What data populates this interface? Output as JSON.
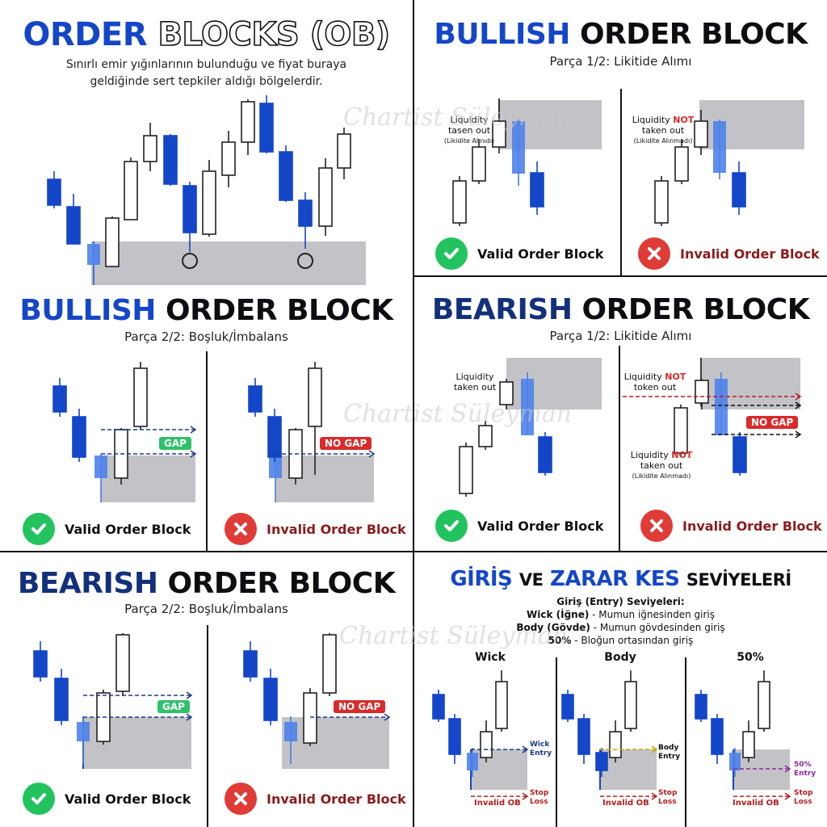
{
  "watermark": "Chartist Süleyman",
  "colors": {
    "bull": "#ffffff",
    "bear": "#1446c8",
    "zone": "#b9b9bd",
    "valid": "#22c35e",
    "invalid": "#e03b36",
    "ok_tag": "#2fc26a",
    "bad_tag": "#d92b2b"
  },
  "ob_panel": {
    "title_a": "ORDER",
    "title_b": "BLOCKS (OB)",
    "description": "Sınırlı emir yığınlarının bulunduğu ve fiyat buraya geldiğinde sert tepkiler aldığı bölgelerdir."
  },
  "bull_liq": {
    "title_a": "BULLISH",
    "title_b": "ORDER BLOCK",
    "subtitle": "Parça 1/2: Likitide Alımı",
    "valid": {
      "l1": "Liquidity",
      "l2": "tasen out",
      "l3": "(Likidite Alınıdı)",
      "status": "Valid Order Block"
    },
    "invalid": {
      "l1a": "Liquidity",
      "l1b": "NOT",
      "l2": "taken out",
      "l3": "(Likidite Alınmadı)",
      "status": "Invalid Order Block"
    }
  },
  "bull_gap": {
    "title_a": "BULLISH",
    "title_b": "ORDER BLOCK",
    "subtitle": "Parça 2/2: Boşluk/İmbalans",
    "gap": "GAP",
    "no_gap": "NO GAP",
    "valid_status": "Valid Order Block",
    "invalid_status": "Invalid Order Block"
  },
  "bear_liq": {
    "title_a": "BEARISH",
    "title_b": "ORDER BLOCK",
    "subtitle": "Parça 1/2: Likitide Alımı",
    "valid": {
      "l1": "Liquidity",
      "l2": "taken out",
      "status": "Valid Order Block"
    },
    "invalid": {
      "t1a": "Liquidity",
      "t1b": "NOT",
      "t2": "token out",
      "no_gap": "NO GAP",
      "b1a": "Liquidity",
      "b1b": "NOT",
      "b2": "taken out",
      "b3": "(Likidite Alınmadı)",
      "status": "Invalid Order Block"
    }
  },
  "bear_gap": {
    "title_a": "BEARISH",
    "title_b": "ORDER BLOCK",
    "subtitle": "Parça 2/2: Boşluk/İmbalans",
    "gap": "GAP",
    "no_gap": "NO GAP",
    "valid_status": "Valid Order Block",
    "invalid_status": "Invalid Order Block"
  },
  "entry": {
    "title_a": "GİRİŞ",
    "title_b": "VE",
    "title_c": "ZARAR KES",
    "title_d": "SEVİYELERİ",
    "heading": "Giriş (Entry) Seviyeleri:",
    "lines": [
      {
        "term": "Wick (İğne)",
        "text": " - Mumun iğnesinden giriş"
      },
      {
        "term": "Body (Gövde)",
        "text": " - Mumun gövdesinden giriş"
      },
      {
        "term": "50%",
        "text": " - Bloğun ortasından giriş"
      }
    ],
    "columns": [
      {
        "name": "Wick",
        "entry_a": "Wick",
        "entry_b": "Entry",
        "invalid": "Invalid OB",
        "stop_a": "Stop",
        "stop_b": "Loss"
      },
      {
        "name": "Body",
        "entry_a": "Body",
        "entry_b": "Entry",
        "invalid": "Invalid OB",
        "stop_a": "Stop",
        "stop_b": "Loss"
      },
      {
        "name": "50%",
        "entry_a": "50%",
        "entry_b": "Entry",
        "invalid": "Invalid OB",
        "stop_a": "Stop",
        "stop_b": "Loss"
      }
    ]
  }
}
